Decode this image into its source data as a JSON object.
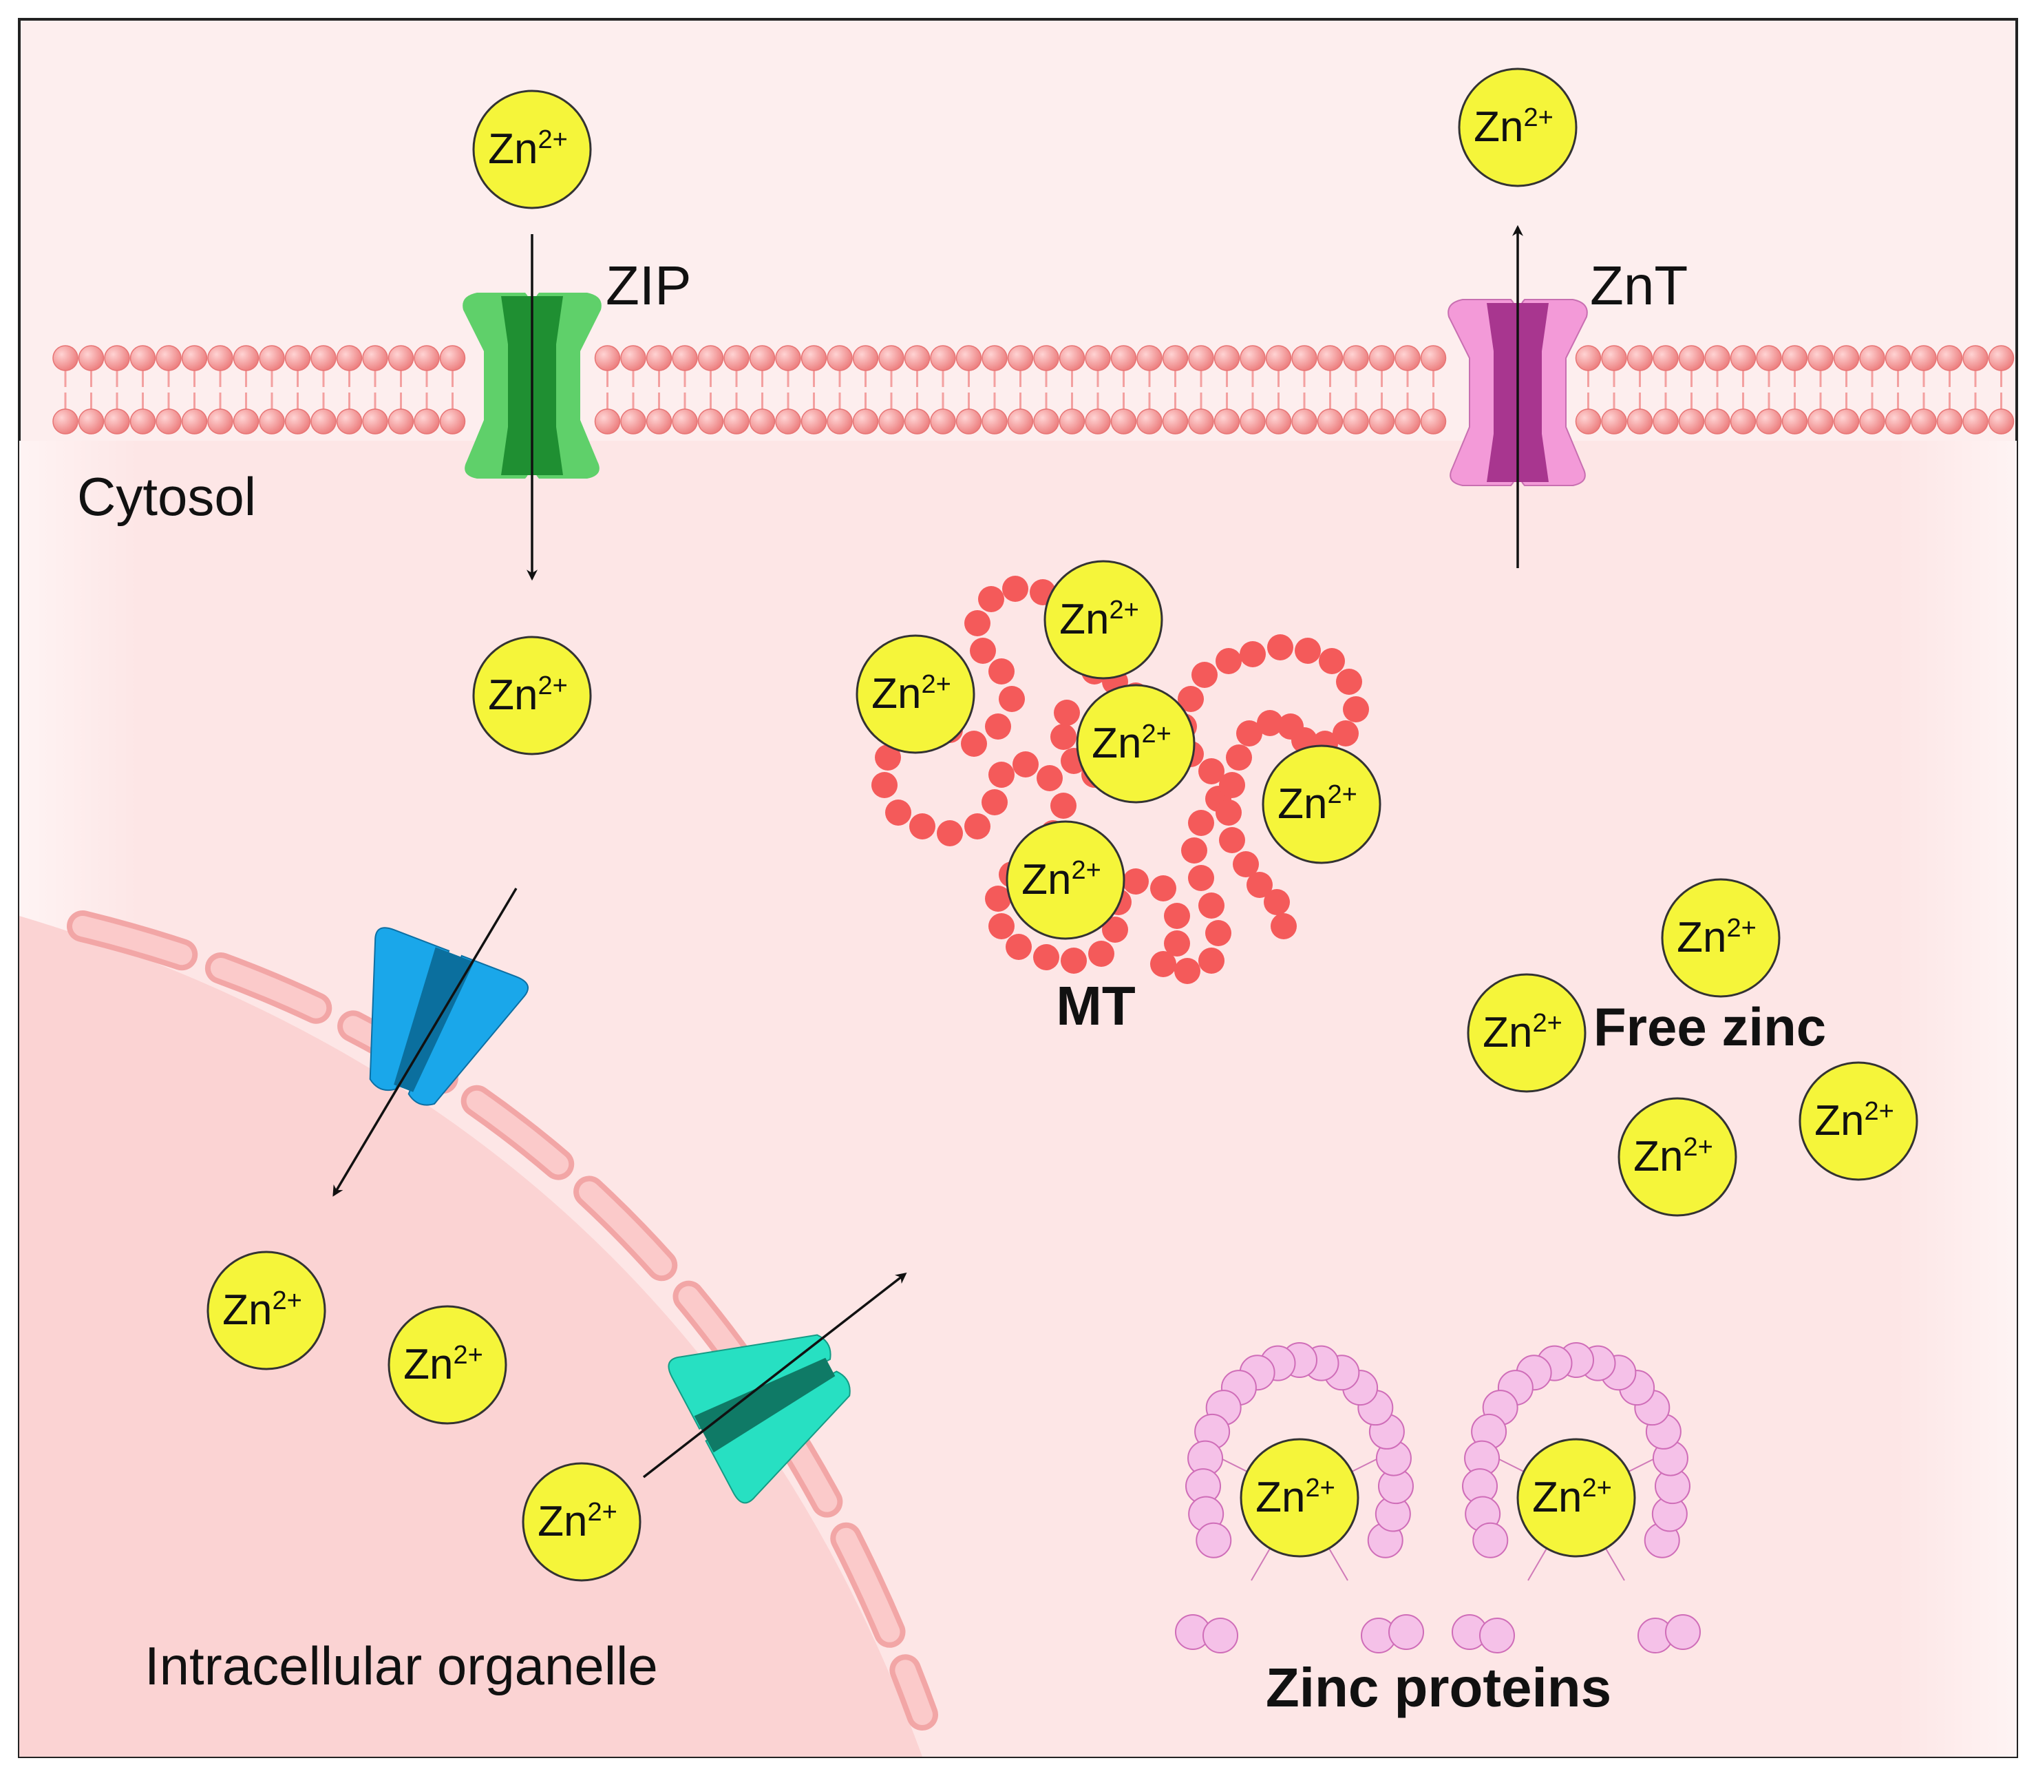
{
  "ion": {
    "base": "Zn",
    "charge": "2+"
  },
  "labels": {
    "cytosol": "Cytosol",
    "zip": "ZIP",
    "znt": "ZnT",
    "mt": "MT",
    "free_zinc": "Free zinc",
    "organelle": "Intracellular organelle",
    "zinc_proteins": "Zinc proteins"
  },
  "colors": {
    "cytosol_bg": "#fde9e9",
    "organelle_bg": "#fbd3d3",
    "membrane_bead": "#f08b8b",
    "zinc_ion": "#f5f53a",
    "zip": "#5fd06a",
    "zip_dark": "#1f8f32",
    "znt": "#f39ad8",
    "znt_dark": "#a8368f",
    "organelle_importer": "#1aa7ea",
    "organelle_exporter": "#27e0c2",
    "mt_bead": "#f45a5a",
    "protein_bead": "#f5c1e8"
  }
}
